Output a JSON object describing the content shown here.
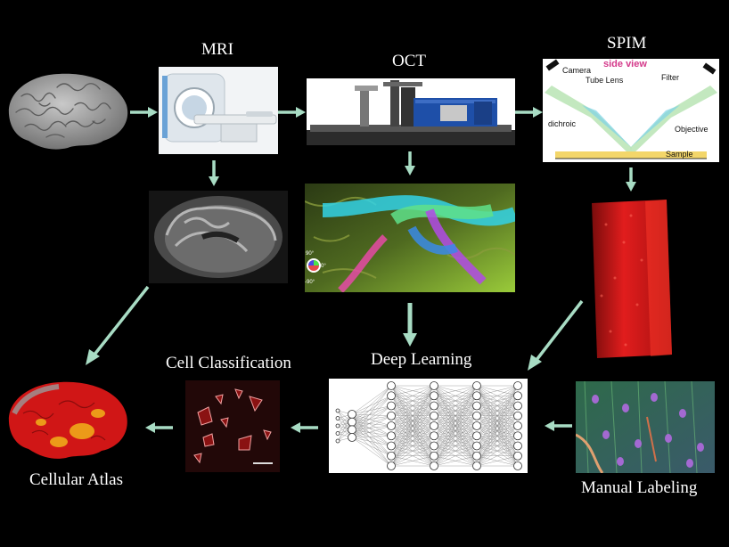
{
  "labels": {
    "mri": "MRI",
    "oct": "OCT",
    "spim": "SPIM",
    "deep_learning": "Deep Learning",
    "cell_classification": "Cell Classification",
    "cellular_atlas": "Cellular Atlas",
    "manual_labeling": "Manual Labeling"
  },
  "spim_diagram": {
    "side_view": "side view",
    "camera": "Camera",
    "tube_lens": "Tube Lens",
    "filter": "Filter",
    "dichroic": "dichroic",
    "objective": "Objective",
    "sample": "Sample"
  },
  "oct_colorwheel": {
    "top": "90°",
    "right": "0°",
    "bottom": "-90°"
  },
  "colors": {
    "arrow": "#a8dcc4",
    "background": "#000000"
  }
}
